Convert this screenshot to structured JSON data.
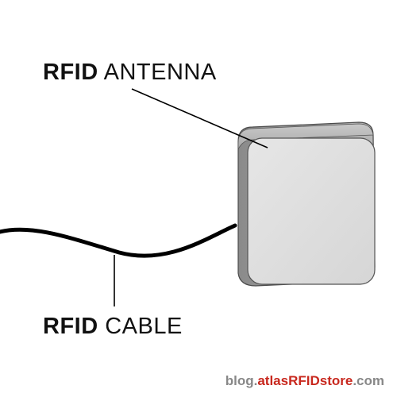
{
  "labels": {
    "antenna": {
      "strong": "RFID",
      "rest": "ANTENNA"
    },
    "cable": {
      "strong": "RFID",
      "rest": "CABLE"
    }
  },
  "credit": {
    "prefix": "blog.",
    "brand": "atlasRFIDstore",
    "suffix": ".com"
  },
  "colors": {
    "text": "#111111",
    "credit_gray": "#888888",
    "brand_red": "#c8281e",
    "antenna_face": "#dedede",
    "antenna_side": "#9a9a9a",
    "cable": "#000000"
  }
}
